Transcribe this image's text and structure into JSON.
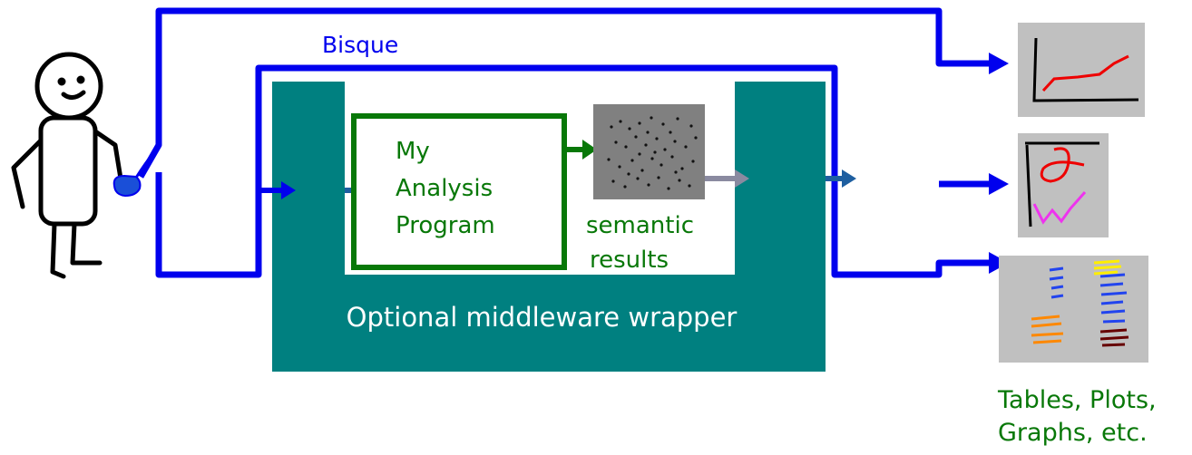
{
  "diagram": {
    "bisque_label": "Bisque",
    "program_label": [
      "My",
      "Analysis",
      "Program"
    ],
    "results_label": [
      "semantic",
      "results"
    ],
    "middleware_label": "Optional middleware wrapper",
    "outputs_label": [
      "Tables, Plots,",
      "Graphs, etc."
    ]
  },
  "colors": {
    "bisque_blue": "#0000ee",
    "middleware_teal": "#008080",
    "program_green": "#087808",
    "panel_gray": "#c0c0c0",
    "results_gray": "#808080"
  }
}
